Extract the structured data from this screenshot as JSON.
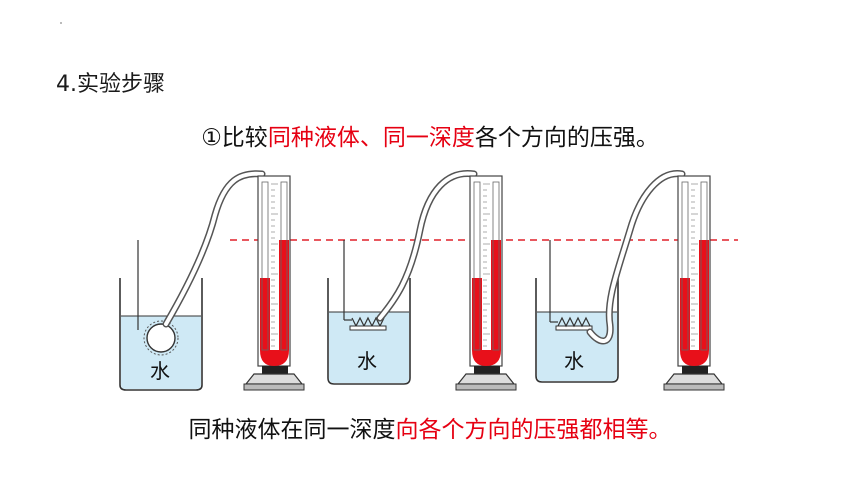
{
  "page": {
    "title": "4.实验步骤",
    "subtitle": {
      "prefix": "①比较",
      "highlight": "同种液体、同一深度",
      "suffix": "各个方向的压强。"
    },
    "conclusion": {
      "prefix": "同种液体在同一深度",
      "highlight": "向各个方向的压强都相等。"
    },
    "water_label": "水",
    "colors": {
      "red_text": "#e60012",
      "water": "#cfe9f5",
      "manometer_liquid": "#e8101a",
      "guide_line": "#e0202a"
    }
  }
}
